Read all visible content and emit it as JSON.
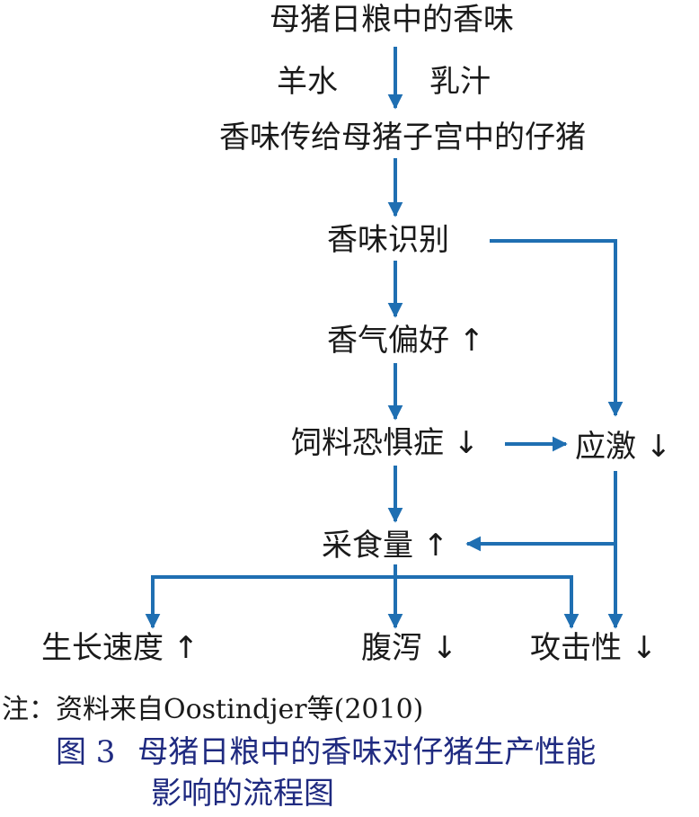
{
  "nodes": {
    "top": "母猪日粮中的香味",
    "amniotic": "羊水",
    "milk": "乳汁",
    "transfer": "香味传给母猪子宫中的仔猪",
    "recognition": "香味识别",
    "preference": "香气偏好 ↑",
    "neophobia": "饲料恐惧症 ↓",
    "stress": "应激 ↓",
    "intake": "采食量 ↑",
    "growth": "生长速度 ↑",
    "diarrhea": "腹泻 ↓",
    "aggression": "攻击性 ↓"
  },
  "note": "注：资料来自Oostindjer等(2010)",
  "caption": {
    "figure_label": "图 3",
    "line1": "母猪日粮中的香味对仔猪生产性能",
    "line2": "影响的流程图"
  },
  "colors": {
    "arrow": "#1f6fb2",
    "caption": "#1f2a80",
    "text": "#1a1a1a"
  }
}
